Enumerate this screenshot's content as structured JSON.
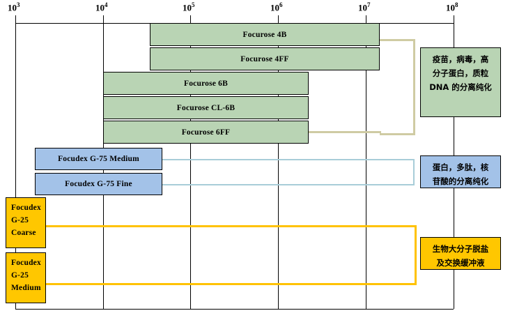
{
  "chart_data": {
    "type": "bar",
    "orientation": "horizontal",
    "title": "",
    "xlabel": "",
    "ylabel": "",
    "xscale": "log",
    "xlim": [
      1000,
      100000000
    ],
    "grid": true,
    "legend": "none",
    "axis_ticks": [
      {
        "label_base": "10",
        "label_exp": "3",
        "value": 1000
      },
      {
        "label_base": "10",
        "label_exp": "4",
        "value": 10000
      },
      {
        "label_base": "10",
        "label_exp": "5",
        "value": 100000
      },
      {
        "label_base": "10",
        "label_exp": "6",
        "value": 1000000
      },
      {
        "label_base": "10",
        "label_exp": "7",
        "value": 10000000
      },
      {
        "label_base": "10",
        "label_exp": "8",
        "value": 100000000
      }
    ],
    "groups": [
      {
        "name": "agarose",
        "color": "#b9d4b4",
        "note": [
          "疫苗，病毒，高",
          "分子蛋白，质粒",
          "DNA 的分离纯化"
        ],
        "bars": [
          {
            "label": "Focurose 4B",
            "x_start": 60000,
            "x_end": 20000000
          },
          {
            "label": "Focurose 4FF",
            "x_start": 60000,
            "x_end": 20000000
          },
          {
            "label": "Focurose 6B",
            "x_start": 10000,
            "x_end": 1500000
          },
          {
            "label": "Focurose CL-6B",
            "x_start": 10000,
            "x_end": 1500000
          },
          {
            "label": "Focurose 6FF",
            "x_start": 10000,
            "x_end": 1500000
          }
        ]
      },
      {
        "name": "dextran-g75",
        "color": "#a3c2e8",
        "note": [
          "蛋白，多肽，核",
          "苷酸的分离纯化"
        ],
        "bars": [
          {
            "label": "Focudex G-75 Medium",
            "x_start": 1700,
            "x_end": 55000
          },
          {
            "label": "Focudex G-75 Fine",
            "x_start": 1700,
            "x_end": 55000
          }
        ]
      },
      {
        "name": "dextran-g25",
        "color": "#ffc700",
        "note": [
          "生物大分子脱盐",
          "及交换缓冲液"
        ],
        "bars": [
          {
            "label": [
              "Focudex",
              "G-25",
              "Coarse"
            ],
            "x_start": 700,
            "x_end": 2400
          },
          {
            "label": [
              "Focudex",
              "G-25",
              "Medium"
            ],
            "x_start": 700,
            "x_end": 2400
          }
        ]
      }
    ]
  },
  "axis": {
    "t0_base": "10",
    "t0_exp": "3",
    "t1_base": "10",
    "t1_exp": "4",
    "t2_base": "10",
    "t2_exp": "5",
    "t3_base": "10",
    "t3_exp": "6",
    "t4_base": "10",
    "t4_exp": "7",
    "t5_base": "10",
    "t5_exp": "8"
  },
  "bars": {
    "b0": "Focurose 4B",
    "b1": "Focurose 4FF",
    "b2": "Focurose 6B",
    "b3": "Focurose CL-6B",
    "b4": "Focurose 6FF",
    "b5": "Focudex G-75 Medium",
    "b6": "Focudex G-75 Fine",
    "b7l1": "Focudex",
    "b7l2": "G-25",
    "b7l3": "Coarse",
    "b8l1": "Focudex",
    "b8l2": "G-25",
    "b8l3": "Medium"
  },
  "notes": {
    "n0l1": "疫苗，病毒，高",
    "n0l2": "分子蛋白，质粒",
    "n0l3": "DNA 的分离纯化",
    "n1l1": "蛋白，多肽，核",
    "n1l2": "苷酸的分离纯化",
    "n2l1": "生物大分子脱盐",
    "n2l2": "及交换缓冲液"
  },
  "colors": {
    "green_fill": "#b9d4b4",
    "blue_fill": "#a3c2e8",
    "yellow_fill": "#ffc700",
    "green_connector": "#cfcba3",
    "blue_connector": "#a8cdd8",
    "yellow_connector": "#ffc200"
  }
}
